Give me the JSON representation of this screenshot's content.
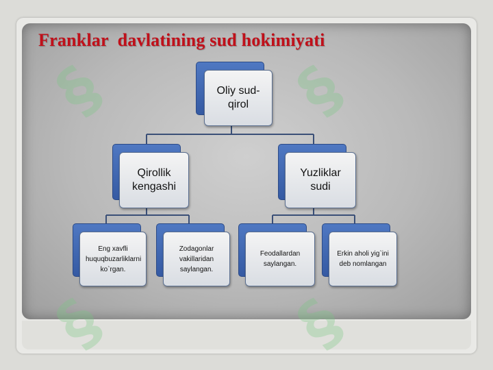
{
  "slide": {
    "title": "Franklar  davlatining sud hokimiyati"
  },
  "tree": {
    "root": {
      "label": "Oliy sud-qirol"
    },
    "level1": [
      {
        "label": "Qirollik kengashi"
      },
      {
        "label": "Yuzliklar sudi"
      }
    ],
    "level2": [
      {
        "label": "Eng xavfli huquqbuzarliklarni ko`rgan."
      },
      {
        "label": "Zodagonlar vakillaridan saylangan."
      },
      {
        "label": "Feodallardan saylangan."
      },
      {
        "label": "Erkin aholi yig`ini deb nomlangan"
      }
    ]
  },
  "colors": {
    "title": "#c0101a",
    "node_back": "#3f64ad",
    "node_front": "#e9ebef",
    "connector": "#3a4f77"
  }
}
